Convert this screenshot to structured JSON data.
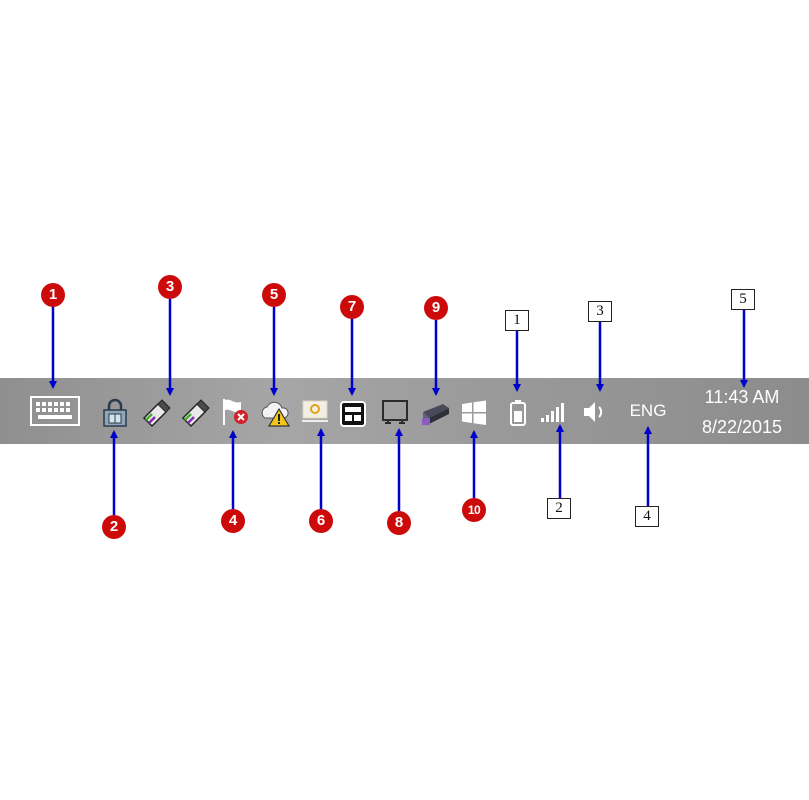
{
  "colors": {
    "callout_red": "#cc0a0a",
    "arrow_blue": "#0000cc",
    "taskbar_gray": "#9a9a9a",
    "icon_white": "#ffffff"
  },
  "tray": {
    "icons": [
      {
        "name": "touch-keyboard-icon"
      },
      {
        "name": "network-lock-icon"
      },
      {
        "name": "usb-device-icon-a"
      },
      {
        "name": "usb-device-icon-b"
      },
      {
        "name": "action-center-flag-error-icon"
      },
      {
        "name": "cloud-warning-icon"
      },
      {
        "name": "display-sync-icon"
      },
      {
        "name": "window-layout-icon"
      },
      {
        "name": "monitor-icon"
      },
      {
        "name": "printer-icon"
      },
      {
        "name": "windows-logo-icon"
      },
      {
        "name": "battery-icon"
      },
      {
        "name": "signal-strength-icon"
      },
      {
        "name": "volume-icon"
      }
    ],
    "language": "ENG",
    "clock": {
      "time": "11:43 AM",
      "date": "8/22/2015"
    }
  },
  "callouts": {
    "red": [
      "1",
      "2",
      "3",
      "4",
      "5",
      "6",
      "7",
      "8",
      "9",
      "10"
    ],
    "boxed": [
      "1",
      "2",
      "3",
      "4",
      "5"
    ]
  }
}
